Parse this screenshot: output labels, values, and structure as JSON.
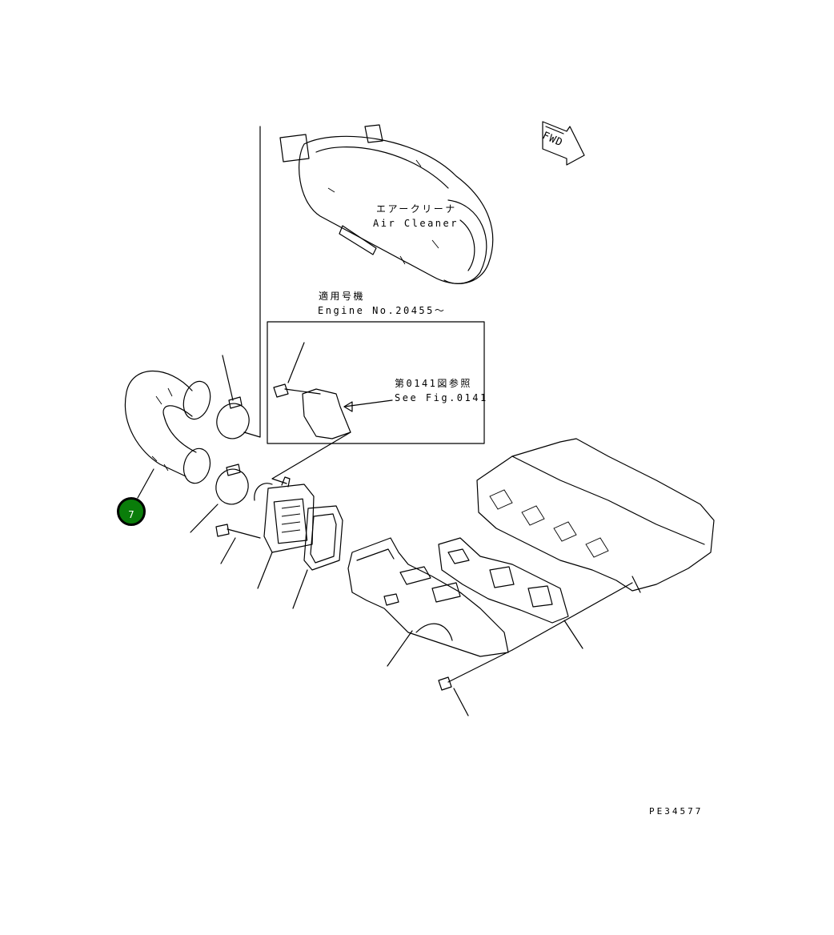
{
  "labels": {
    "air_cleaner_jp": "エアークリーナ",
    "air_cleaner_en": "Air Cleaner",
    "applicable_jp": "適用号機",
    "engine_no": "Engine No.20455～",
    "see_fig_jp": "第0141図参照",
    "see_fig_en": "See Fig.0141",
    "fwd": "FWD",
    "drawing_id": "PE34577"
  },
  "callouts": [
    {
      "number": "7",
      "color": "#0a7d0a"
    }
  ]
}
